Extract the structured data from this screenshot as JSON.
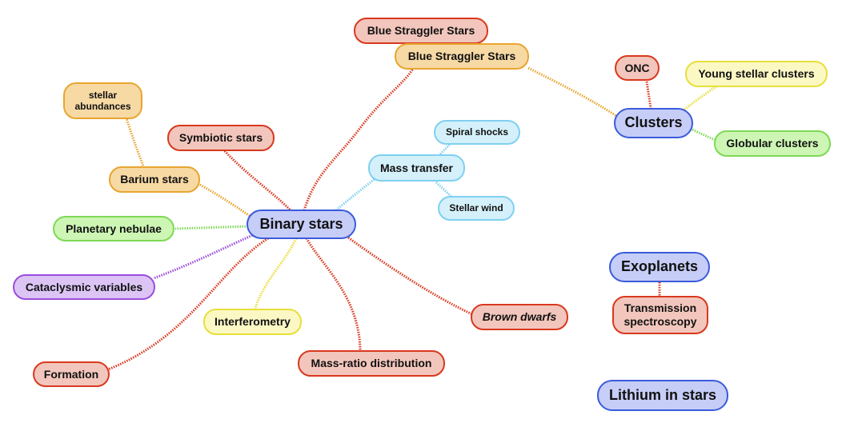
{
  "diagram": {
    "type": "mind-map",
    "colors": {
      "topic_blue": "#3b5bdb",
      "red": "#d9381e",
      "orange": "#e8a530",
      "yellow": "#e8df3a",
      "green": "#7ed957",
      "purple": "#9b4ddb",
      "cyan": "#7fd0f0"
    },
    "nodes": {
      "binary_stars": "Binary stars",
      "clusters": "Clusters",
      "exoplanets": "Exoplanets",
      "lithium": "Lithium in stars",
      "bss_red": "Blue Straggler Stars",
      "bss_orange": "Blue Straggler Stars",
      "onc": "ONC",
      "young_clusters": "Young stellar clusters",
      "globular_clusters": "Globular clusters",
      "stellar_abundances_1": "stellar",
      "stellar_abundances_2": "abundances",
      "symbiotic": "Symbiotic stars",
      "barium": "Barium stars",
      "mass_transfer": "Mass transfer",
      "spiral_shocks": "Spiral shocks",
      "stellar_wind": "Stellar wind",
      "planetary_nebulae": "Planetary nebulae",
      "cataclysmic": "Cataclysmic variables",
      "interferometry": "Interferometry",
      "formation": "Formation",
      "mass_ratio": "Mass-ratio distribution",
      "brown_dwarfs": "Brown dwarfs",
      "transmission_1": "Transmission",
      "transmission_2": "spectroscopy"
    },
    "edges": [
      {
        "from": "binary_stars",
        "to": "bss_orange",
        "color": "red"
      },
      {
        "from": "binary_stars",
        "to": "symbiotic",
        "color": "red"
      },
      {
        "from": "binary_stars",
        "to": "barium",
        "color": "orange"
      },
      {
        "from": "barium",
        "to": "stellar_abundances",
        "color": "orange"
      },
      {
        "from": "binary_stars",
        "to": "mass_transfer",
        "color": "cyan"
      },
      {
        "from": "mass_transfer",
        "to": "spiral_shocks",
        "color": "cyan"
      },
      {
        "from": "mass_transfer",
        "to": "stellar_wind",
        "color": "cyan"
      },
      {
        "from": "binary_stars",
        "to": "planetary_nebulae",
        "color": "green"
      },
      {
        "from": "binary_stars",
        "to": "cataclysmic",
        "color": "purple"
      },
      {
        "from": "binary_stars",
        "to": "interferometry",
        "color": "yellow"
      },
      {
        "from": "binary_stars",
        "to": "formation",
        "color": "red"
      },
      {
        "from": "binary_stars",
        "to": "mass_ratio",
        "color": "red"
      },
      {
        "from": "binary_stars",
        "to": "brown_dwarfs",
        "color": "red"
      },
      {
        "from": "bss_orange",
        "to": "clusters",
        "color": "orange"
      },
      {
        "from": "clusters",
        "to": "onc",
        "color": "red"
      },
      {
        "from": "clusters",
        "to": "young_clusters",
        "color": "yellow"
      },
      {
        "from": "clusters",
        "to": "globular_clusters",
        "color": "green"
      },
      {
        "from": "exoplanets",
        "to": "transmission",
        "color": "red"
      }
    ]
  }
}
